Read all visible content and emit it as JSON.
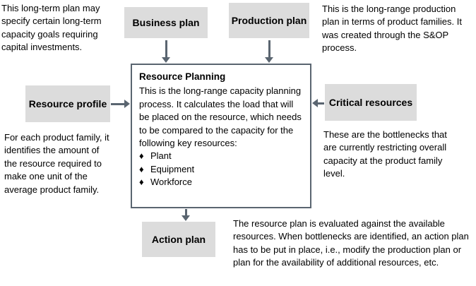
{
  "colors": {
    "node_fill": "#dcdcdc",
    "planning_box_border": "#5a6570",
    "arrow": "#5a6570",
    "text": "#000000",
    "background": "#ffffff"
  },
  "nodes": {
    "business_plan": {
      "label": "Business plan"
    },
    "production_plan": {
      "label": "Production plan"
    },
    "resource_profile": {
      "label": "Resource profile"
    },
    "critical_resources": {
      "label": "Critical resources"
    },
    "action_plan": {
      "label": "Action plan"
    },
    "resource_planning": {
      "title": "Resource Planning",
      "body": "This is the long-range capacity planning process. It calculates the load that will be placed on the resource, which needs to be compared to the capacity for the following key resources:",
      "bullet_glyph": "♦",
      "bullets": [
        "Plant",
        "Equipment",
        "Workforce"
      ]
    }
  },
  "annotations": {
    "top_left": "This long-term plan may specify certain long-term capacity goals requiring capital investments.",
    "top_right": "This is the long-range production plan in terms of product families. It was created through the S&OP process.",
    "left": "For each product family, it identifies the amount of the resource required to make one unit of the average product family.",
    "right": "These are the bottlenecks that are currently restricting overall capacity at the product family level.",
    "bottom": "The resource plan is evaluated against the available resources. When bottlenecks are identified, an action plan has to be put in place, i.e., modify the production plan or plan for the availability of additional resources, etc."
  },
  "edges": [
    {
      "from": "business_plan",
      "to": "resource_planning"
    },
    {
      "from": "production_plan",
      "to": "resource_planning"
    },
    {
      "from": "resource_profile",
      "to": "resource_planning"
    },
    {
      "from": "critical_resources",
      "to": "resource_planning"
    },
    {
      "from": "resource_planning",
      "to": "action_plan"
    }
  ]
}
